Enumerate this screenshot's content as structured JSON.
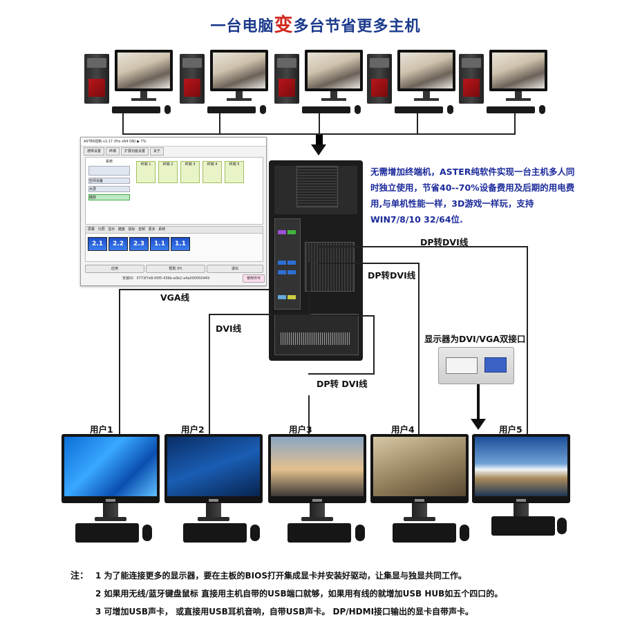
{
  "title": {
    "part1": "一台电脑",
    "highlight": "变",
    "part2": "多台节省更多主机"
  },
  "description": "无需增加终端机，ASTER纯软件实现一台主机多人同时独立使用，节省40--70%设备费用及后期的用电费用,与单机性能一样，3D游戏一样玩，支持WIN7/8/10 32/64位.",
  "cable_labels": {
    "vga": "VGA线",
    "dvi": "DVI线",
    "dp_dvi_1": "DP转DVI线",
    "dp_dvi_2": "DP转DVI线",
    "dp_dvi_3": "DP转 DVI线"
  },
  "connector_label": "显示器为DVI/VGA双接口",
  "users": [
    "用户1",
    "用户2",
    "用户3",
    "用户4",
    "用户5"
  ],
  "software_window": {
    "title": "ASTER控制 v2.17 (Pro x64 ON) ▶ 7%",
    "tabs": [
      "通常设置",
      "终端",
      "扩展功能设置",
      "关于"
    ],
    "seats": [
      "终端 1",
      "终端 2",
      "终端 3",
      "终端 4",
      "终端 5"
    ],
    "left_items": [
      "系统",
      "空闲设备",
      "大屏",
      "播放"
    ],
    "subtabs": [
      "屏幕",
      "分屏",
      "显示",
      "键盘",
      "鼠标",
      "音频",
      "更多",
      "系统"
    ],
    "screen_tiles": [
      "2.1",
      "2.2",
      "2.3",
      "1.1",
      "1.1"
    ],
    "buttons": [
      "应用",
      "帮助 (H)",
      "退出"
    ],
    "status": "安装ID：3773f7e8-00f5-436b-a0b2-a4a000050449",
    "footer_btn": "使用许可"
  },
  "notes": {
    "prefix": "注：",
    "line1": "1 为了能连接更多的显示器，要在主板的BIOS打开集成显卡并安装好驱动，让集显与独显共同工作。",
    "line2": "2 如果用无线/蓝牙键盘鼠标 直接用主机自带的USB端口就够，如果用有线的就增加USB  HUB如五个四口的。",
    "line3": "3 可增加USB声卡，  或直接用USB耳机音响，自带USB声卡。  DP/HDMI接口输出的显卡自带声卡。"
  },
  "colors": {
    "title": "#1b3a8c",
    "highlight": "#d0261c",
    "description": "#1b2a9a"
  }
}
